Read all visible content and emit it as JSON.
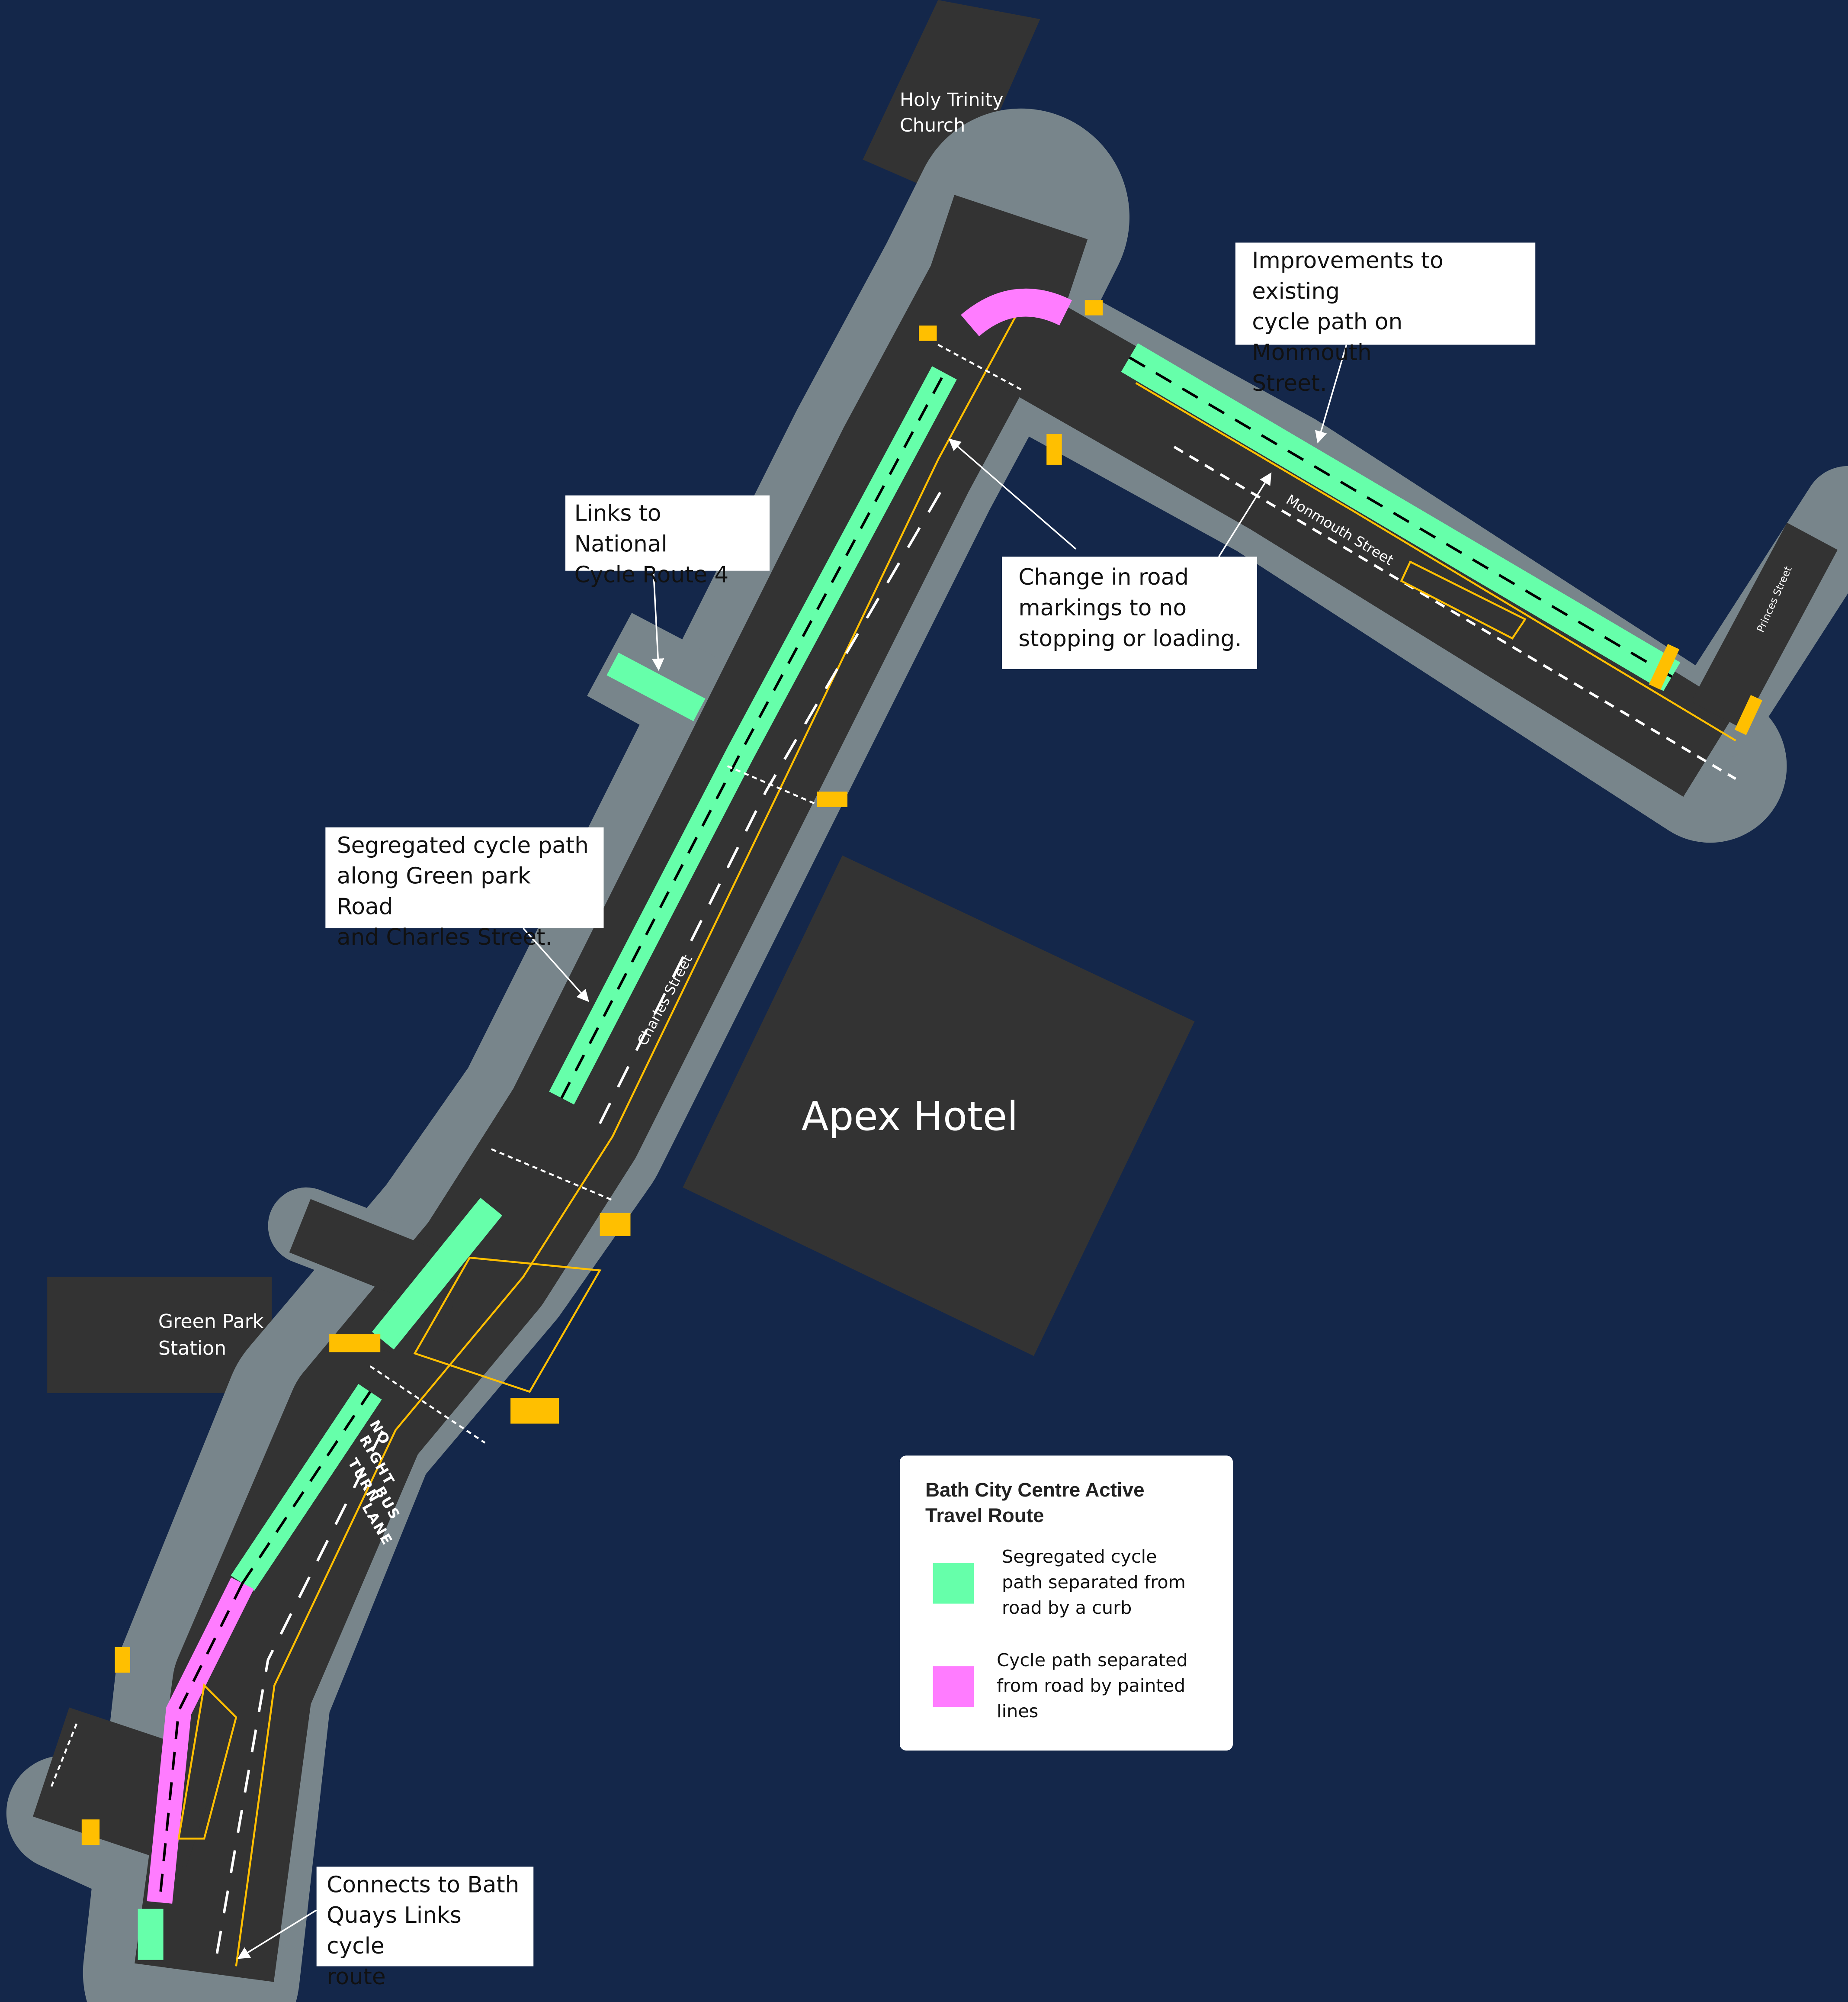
{
  "map": {
    "colors": {
      "background": "#14274a",
      "pavement": "#78858b",
      "road": "#333333",
      "building": "#333333",
      "segregated_cycle_path": "#66ffaa",
      "painted_cycle_path": "#ff7cff",
      "yellow_markings": "#ffbf00",
      "white_markings": "#ffffff"
    },
    "buildings": {
      "church": "Holy Trinity Church",
      "church_lines": [
        "Holy Trinity",
        "Church"
      ],
      "hotel": "Apex Hotel",
      "station_lines": [
        "Green Park",
        "Station"
      ]
    },
    "streets": {
      "charles": "Charles Street",
      "monmouth": "Monmouth Street",
      "princes": "Princes Street"
    },
    "road_markings": {
      "no": "NO",
      "right": "RIGHT",
      "turn": "TURN",
      "bus": "BUS",
      "lane": "LANE"
    }
  },
  "callouts": {
    "monmouth": [
      "Improvements to existing",
      "cycle path on Monmouth",
      "Street."
    ],
    "ncr4": [
      "Links to National",
      "Cycle Route 4"
    ],
    "markings": [
      "Change in road",
      "markings to no",
      "stopping or loading."
    ],
    "segregated": [
      "Segregated cycle path",
      "along Green park Road",
      "and Charles Street."
    ],
    "quays": [
      "Connects to Bath",
      "Quays Links cycle",
      "route"
    ]
  },
  "legend": {
    "title_lines": [
      "Bath City Centre Active",
      "Travel Route"
    ],
    "items": [
      {
        "color": "#66ffaa",
        "lines": [
          "Segregated cycle",
          "path separated from",
          "road by a curb"
        ]
      },
      {
        "color": "#ff7cff",
        "lines": [
          "Cycle path separated",
          "from road by painted",
          "lines"
        ]
      }
    ]
  }
}
